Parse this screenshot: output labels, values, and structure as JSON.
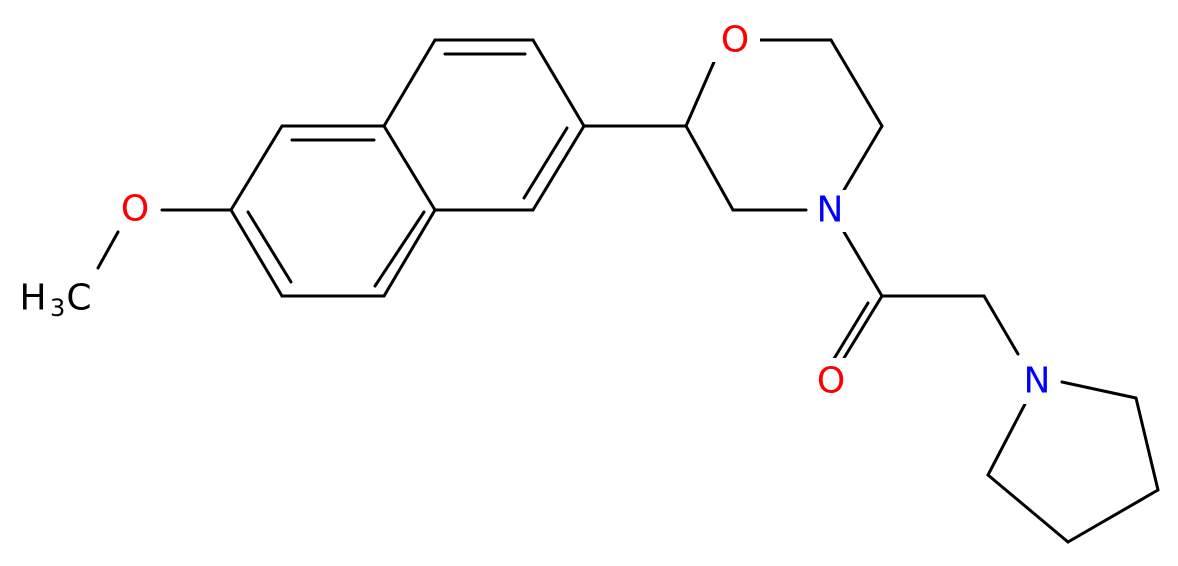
{
  "molecule": {
    "colors": {
      "carbon_bond": "#000000",
      "oxygen": "#ff0000",
      "nitrogen": "#0000ff",
      "label_default": "#000000",
      "background": "#ffffff"
    },
    "labels": {
      "methyl_main": "H",
      "methyl_sub": "3",
      "methyl_tail": "C",
      "methoxy_oxygen": "O",
      "morpholine_oxygen": "O",
      "morpholine_nitrogen": "N",
      "carbonyl_oxygen": "O",
      "pyrrolidine_nitrogen": "N"
    }
  }
}
